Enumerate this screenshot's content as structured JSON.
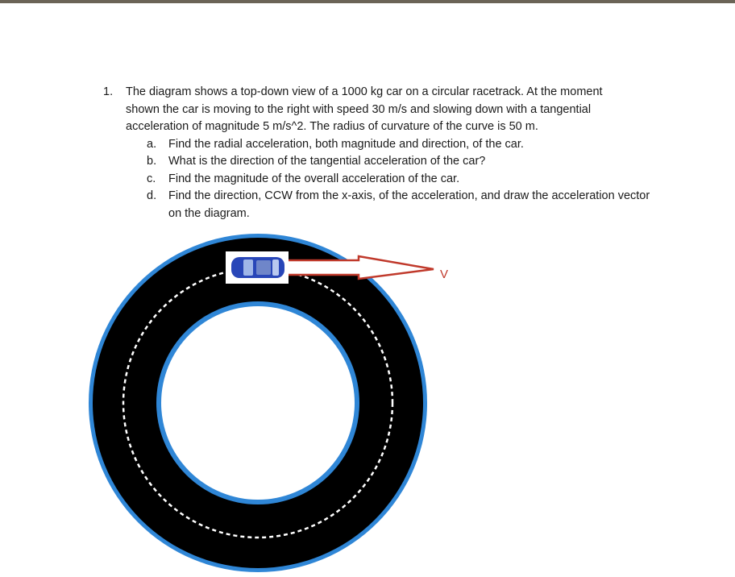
{
  "problem": {
    "number": "1.",
    "statement_lines": [
      "The diagram shows a top-down view of a 1000 kg car on a circular racetrack. At the moment",
      "shown the car is moving to the right with speed 30 m/s and slowing down with a tangential",
      "acceleration of magnitude 5 m/s^2.  The radius of curvature of the curve is 50 m."
    ],
    "parts": [
      {
        "letter": "a.",
        "text": "Find the radial acceleration, both magnitude and direction, of the car."
      },
      {
        "letter": "b.",
        "text": "What is the direction of the tangential acceleration of the car?"
      },
      {
        "letter": "c.",
        "text": "Find the magnitude of the overall acceleration of the car."
      },
      {
        "letter": "d.",
        "text": "Find the direction, CCW from the x-axis, of the acceleration, and draw the acceleration vector on the diagram."
      }
    ]
  },
  "diagram": {
    "velocity_label": "V",
    "track_color": "#000000",
    "edge_color": "#2f86d6",
    "arrow_color": "#c0392b",
    "car_color": "#2846b8",
    "lane_marking_color": "#ffffff",
    "car_icon": "car-top-view-icon"
  }
}
